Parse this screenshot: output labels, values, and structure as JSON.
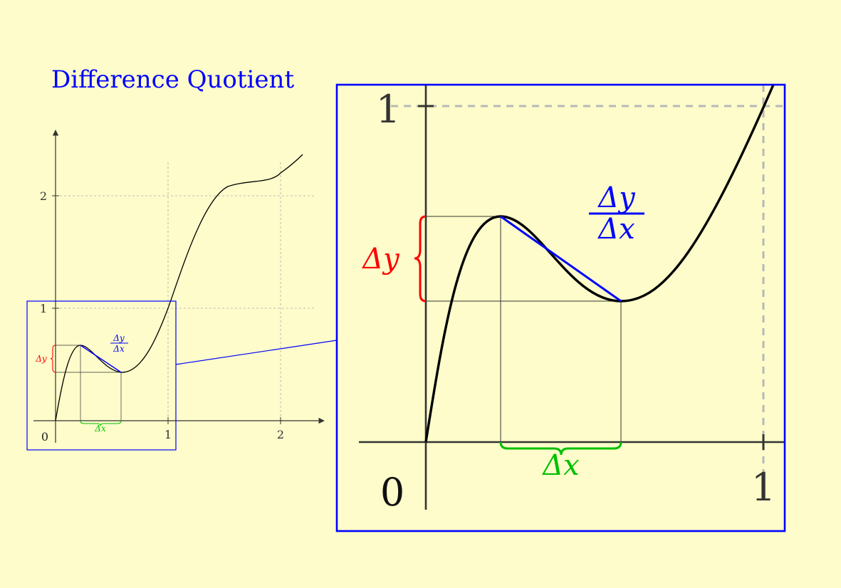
{
  "title": "Difference Quotient",
  "colors": {
    "background": "#fdfcca",
    "accent": "#0000ff",
    "delta_y": "#ff0000",
    "delta_x": "#00c000",
    "axis": "#333333",
    "grid": "#aaaaaa",
    "curve": "#000000"
  },
  "main_plot": {
    "origin_label": "0",
    "x_ticks": [
      "1",
      "2"
    ],
    "y_ticks": [
      "1",
      "2"
    ],
    "delta_y_label": "Δy",
    "delta_x_label": "Δx",
    "quotient_num": "Δy",
    "quotient_den": "Δx"
  },
  "zoom_plot": {
    "origin_label": "0",
    "x_tick": "1",
    "y_tick": "1",
    "delta_y_label": "Δy",
    "delta_x_label": "Δx",
    "quotient_num": "Δy",
    "quotient_den": "Δx"
  },
  "chart_data": {
    "type": "line",
    "title": "Difference Quotient",
    "x_ticks": [
      0,
      1,
      2
    ],
    "y_ticks": [
      1,
      2
    ],
    "grid": true,
    "x": [
      0,
      0.1,
      0.2,
      0.23,
      0.3,
      0.4,
      0.5,
      0.58,
      0.7,
      0.8,
      0.9,
      1.0,
      1.2,
      1.4,
      1.6,
      1.8,
      2.0,
      2.2
    ],
    "y": [
      0,
      0.46,
      0.67,
      0.7,
      0.68,
      0.56,
      0.46,
      0.43,
      0.47,
      0.58,
      0.75,
      0.95,
      1.45,
      1.82,
      2.05,
      2.11,
      2.18,
      2.37
    ],
    "secant": {
      "x1": 0.23,
      "y1": 0.7,
      "x2": 0.58,
      "y2": 0.43
    },
    "zoom_window": {
      "xlim": [
        -0.2,
        1.07
      ],
      "ylim": [
        -0.2,
        1.07
      ]
    }
  }
}
